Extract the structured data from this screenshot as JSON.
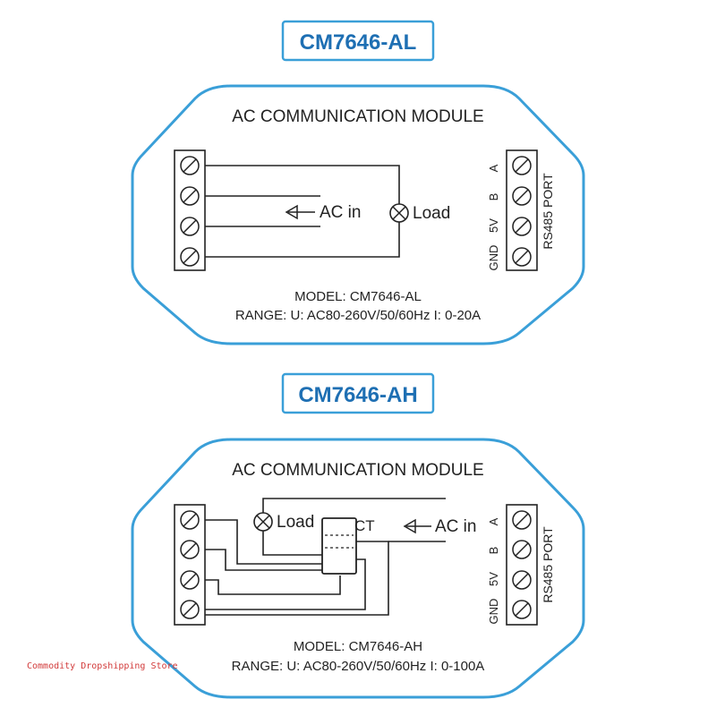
{
  "modules": [
    {
      "title": "CM7646-AL",
      "heading": "AC COMMUNICATION MODULE",
      "ac_in_label": "AC in",
      "load_label": "Load",
      "model_line": "MODEL: CM7646-AL",
      "range_line": "RANGE: U: AC80-260V/50/60Hz I: 0-20A",
      "port_pins": [
        "A",
        "B",
        "5V",
        "GND"
      ],
      "port_label": "RS485 PORT"
    },
    {
      "title": "CM7646-AH",
      "heading": "AC COMMUNICATION MODULE",
      "ac_in_label": "AC in",
      "load_label": "Load",
      "ct_label": "CT",
      "model_line": "MODEL: CM7646-AH",
      "range_line": "RANGE: U: AC80-260V/50/60Hz I: 0-100A",
      "port_pins": [
        "A",
        "B",
        "5V",
        "GND"
      ],
      "port_label": "RS485 PORT"
    }
  ],
  "watermark": "Commodity Dropshipping Store",
  "colors": {
    "accent": "#3a9fd8",
    "title_text": "#1e6fb3",
    "line": "#222222",
    "watermark": "#d23a3a"
  }
}
